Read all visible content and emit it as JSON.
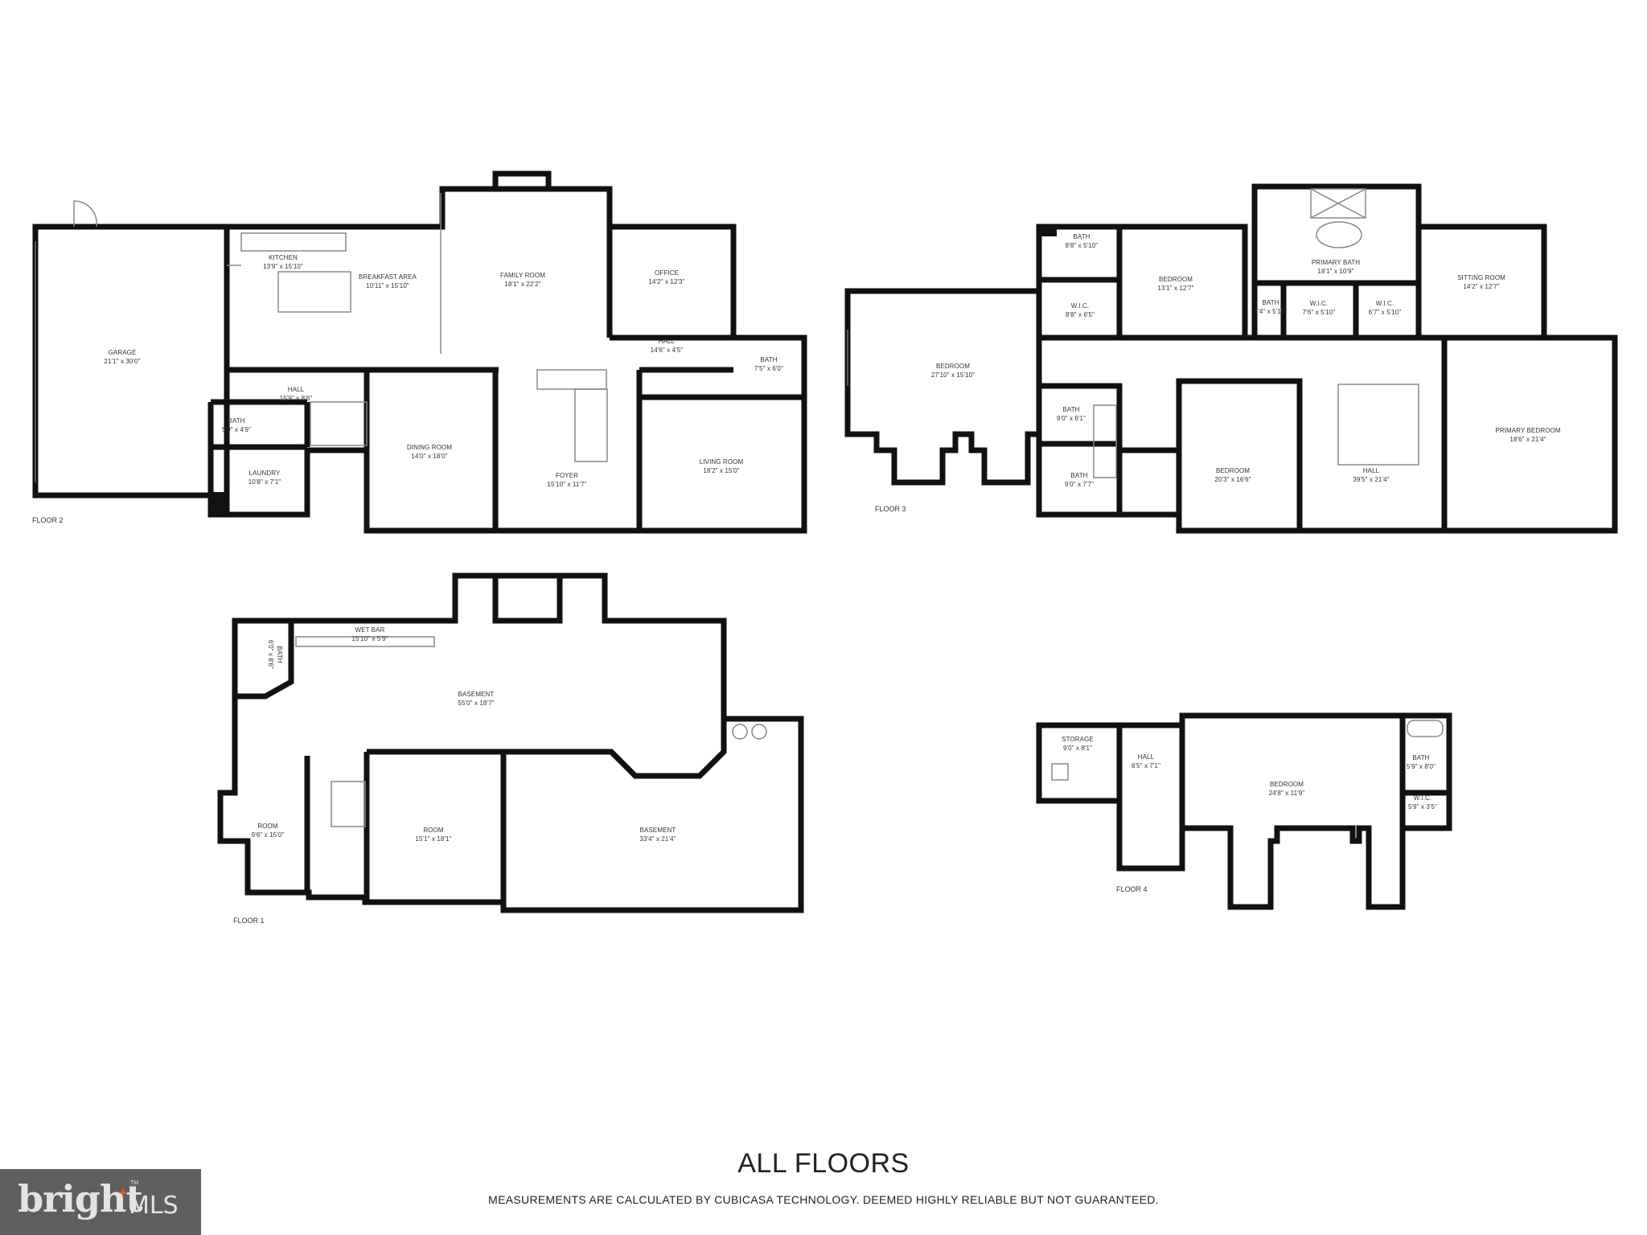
{
  "title": "ALL FLOORS",
  "disclaimer": "MEASUREMENTS ARE CALCULATED BY CUBICASA TECHNOLOGY. DEEMED HIGHLY RELIABLE BUT NOT GUARANTEED.",
  "logo": {
    "word": "bright",
    "suffix": "MLS",
    "tm": "TM",
    "bg_color": "#5f5f5f",
    "star_color": "#e0552b"
  },
  "floors": [
    {
      "label": "FLOOR 2",
      "rooms": [
        {
          "name": "GARAGE",
          "dims": "21'1\" x 30'0\""
        },
        {
          "name": "KITCHEN",
          "dims": "13'9\" x 15'10\""
        },
        {
          "name": "BREAKFAST AREA",
          "dims": "10'11\" x 15'10\""
        },
        {
          "name": "FAMILY ROOM",
          "dims": "18'1\" x 22'2\""
        },
        {
          "name": "OFFICE",
          "dims": "14'2\" x 12'3\""
        },
        {
          "name": "HALL",
          "dims": "14'6\" x 4'5\""
        },
        {
          "name": "BATH",
          "dims": "7'5\" x 6'0\""
        },
        {
          "name": "HALL",
          "dims": "15'9\" x 8'6\""
        },
        {
          "name": "BATH",
          "dims": "5'0\" x 4'9\""
        },
        {
          "name": "LAUNDRY",
          "dims": "10'8\" x 7'1\""
        },
        {
          "name": "DINING ROOM",
          "dims": "14'0\" x 18'0\""
        },
        {
          "name": "FOYER",
          "dims": "15'10\" x 11'7\""
        },
        {
          "name": "LIVING ROOM",
          "dims": "18'2\" x 15'0\""
        }
      ]
    },
    {
      "label": "FLOOR 3",
      "rooms": [
        {
          "name": "BATH",
          "dims": "8'8\" x 5'10\""
        },
        {
          "name": "W.I.C.",
          "dims": "8'8\" x 6'5\""
        },
        {
          "name": "BEDROOM",
          "dims": "13'1\" x 12'7\""
        },
        {
          "name": "PRIMARY BATH",
          "dims": "18'1\" x 10'9\""
        },
        {
          "name": "BATH",
          "dims": "4'4\" x 5'10\""
        },
        {
          "name": "W.I.C.",
          "dims": "7'6\" x 5'10\""
        },
        {
          "name": "W.I.C.",
          "dims": "6'7\" x 5'10\""
        },
        {
          "name": "SITTING ROOM",
          "dims": "14'2\" x 12'7\""
        },
        {
          "name": "BEDROOM",
          "dims": "27'10\" x 15'10\""
        },
        {
          "name": "BATH",
          "dims": "9'0\" x 6'1\""
        },
        {
          "name": "BATH",
          "dims": "9'0\" x 7'7\""
        },
        {
          "name": "BEDROOM",
          "dims": "20'3\" x 16'6\""
        },
        {
          "name": "HALL",
          "dims": "39'5\" x 21'4\""
        },
        {
          "name": "PRIMARY BEDROOM",
          "dims": "18'6\" x 21'4\""
        }
      ]
    },
    {
      "label": "FLOOR 1",
      "rooms": [
        {
          "name": "WET BAR",
          "dims": "15'10\" x 5'9\""
        },
        {
          "name": "BATH",
          "dims": "6'0\" x 8'6\""
        },
        {
          "name": "BASEMENT",
          "dims": "55'0\" x 18'7\""
        },
        {
          "name": "ROOM",
          "dims": "9'6\" x 15'0\""
        },
        {
          "name": "ROOM",
          "dims": "15'1\" x 18'1\""
        },
        {
          "name": "BASEMENT",
          "dims": "33'4\" x 21'4\""
        }
      ]
    },
    {
      "label": "FLOOR 4",
      "rooms": [
        {
          "name": "STORAGE",
          "dims": "9'0\" x 8'1\""
        },
        {
          "name": "HALL",
          "dims": "6'5\" x 7'1\""
        },
        {
          "name": "BEDROOM",
          "dims": "24'8\" x 11'9\""
        },
        {
          "name": "BATH",
          "dims": "5'9\" x 8'0\""
        },
        {
          "name": "W.I.C.",
          "dims": "5'9\" x 3'5\""
        }
      ]
    }
  ]
}
